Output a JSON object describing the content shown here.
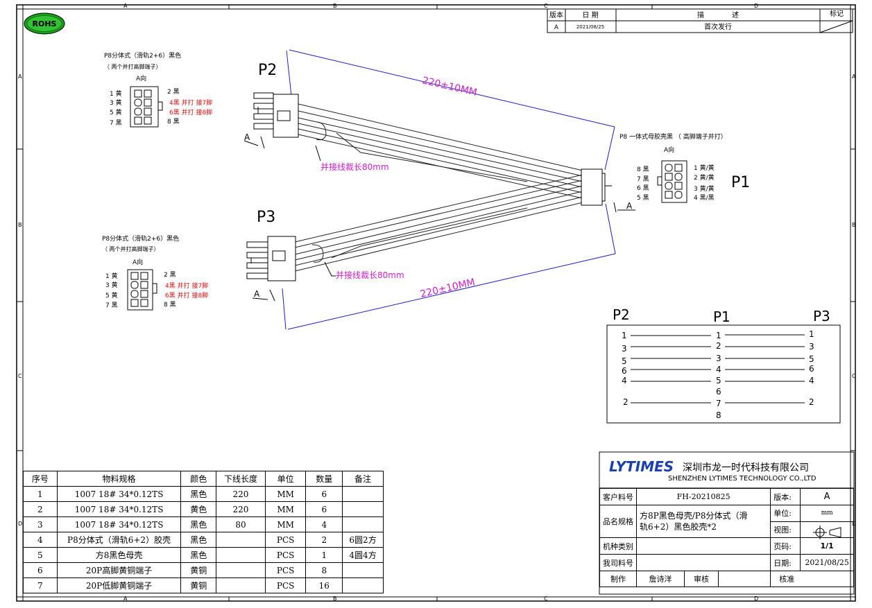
{
  "border_labels": {
    "top": [
      "A",
      "B",
      "C",
      "D"
    ],
    "bottom": [
      "A",
      "B",
      "C",
      "D"
    ],
    "left": [
      "A",
      "B",
      "C",
      "D"
    ],
    "right": [
      "A",
      "B",
      "C",
      "D"
    ]
  },
  "rohs": "ROHS",
  "revision_block": {
    "headers": [
      "版本",
      "日 期",
      "描　　　　述",
      "标记"
    ],
    "row": [
      "A",
      "2021/08/25",
      "首次发行",
      ""
    ]
  },
  "labels": {
    "p1": "P1",
    "p2": "P2",
    "p3": "P3",
    "a_marker": "A",
    "len_top": "220±10MM",
    "len_bottom": "220±10MM",
    "splice_top": "并接线裁长80mm",
    "splice_bottom": "并接线裁长80mm"
  },
  "p2_block": {
    "title": "P8分体式（滑轨2+6）黑色",
    "subtitle": "（ 两个并打高脚端子）",
    "view": "A向",
    "left_pins": [
      "1 黄",
      "3 黄",
      "5 黄",
      "7 黑"
    ],
    "right_pins": [
      "2 黑",
      "4黑  并打  接7脚",
      "6黑  并打  接8脚",
      "8 黑"
    ]
  },
  "p3_block": {
    "title": "P8分体式（滑轨2+6）黑色",
    "subtitle": "（ 两个并打高脚端子）",
    "view": "A向",
    "left_pins": [
      "1 黄",
      "3 黄",
      "5 黄",
      "7 黑"
    ],
    "right_pins": [
      "2 黑",
      "4黑  并打  接7脚",
      "6黑  并打  接8脚",
      "8 黑"
    ]
  },
  "p1_block": {
    "title": "P8 一体式母胶壳黑 （ 高脚端子并打）",
    "view": "A向",
    "left_pins": [
      "8 黑",
      "7 黑",
      "6 黑",
      "5 黑"
    ],
    "right_pins": [
      "1 黄/黄",
      "2 黄/黄",
      "3 黄/黄",
      "4 黑/黑"
    ]
  },
  "wiring": {
    "headers": [
      "P2",
      "P1",
      "P3"
    ],
    "p2_col": [
      "1",
      "3",
      "5",
      "6",
      "4",
      "",
      "2",
      ""
    ],
    "p1_col": [
      "1",
      "2",
      "3",
      "4",
      "5",
      "6",
      "7",
      "8"
    ],
    "p3_col": [
      "1",
      "3",
      "5",
      "6",
      "4",
      "",
      "2",
      ""
    ]
  },
  "bom": {
    "headers": [
      "序号",
      "物料规格",
      "颜色",
      "下线长度",
      "单位",
      "数量",
      "备注"
    ],
    "rows": [
      [
        "1",
        "1007  18#  34*0.12TS",
        "黑色",
        "220",
        "MM",
        "6",
        ""
      ],
      [
        "2",
        "1007  18#  34*0.12TS",
        "黄色",
        "220",
        "MM",
        "6",
        ""
      ],
      [
        "3",
        "1007  18#  34*0.12TS",
        "黑色",
        "80",
        "MM",
        "4",
        ""
      ],
      [
        "4",
        "P8分体式（滑轨6+2）胶壳",
        "黑色",
        "",
        "PCS",
        "2",
        "6圆2方"
      ],
      [
        "5",
        "方8黑色母壳",
        "黑色",
        "",
        "PCS",
        "1",
        "4圆4方"
      ],
      [
        "6",
        "20P高脚黄铜端子",
        "黄铜",
        "",
        "PCS",
        "8",
        ""
      ],
      [
        "7",
        "20P低脚黄铜端子",
        "黄铜",
        "",
        "PCS",
        "16",
        ""
      ]
    ]
  },
  "title_block": {
    "logo": "LYTIMES",
    "company_cn": "深圳市龙一时代科技有限公司",
    "company_en": "SHENZHEN LYTIMES TECHNOLOGY CO.,LTD",
    "customer_label": "客户料号",
    "customer_value": "FH-20210825",
    "name_label": "品名规格",
    "name_value_1": "方8P黑色母壳/P8分体式（滑",
    "name_value_2": "轨6+2）黑色胶壳*2",
    "model_label": "机种类别",
    "our_pn_label": "我司料号",
    "make_label": "制作",
    "make_value": "詹诗洋",
    "review_label": "审核",
    "approve_label": "核准",
    "version_label": "版本:",
    "version_value": "A",
    "unit_label": "单位:",
    "unit_value": "mm",
    "view_label": "视图:",
    "page_label": "页码:",
    "page_value": "1/1",
    "date_label": "日期:",
    "date_value": "2021/08/25"
  },
  "colors": {
    "dimension": "#1a1ad0",
    "magenta": "#d11cd1",
    "red": "#e01010",
    "logo_blue": "#1a3fb0",
    "rohs_green": "#1aa01a"
  }
}
